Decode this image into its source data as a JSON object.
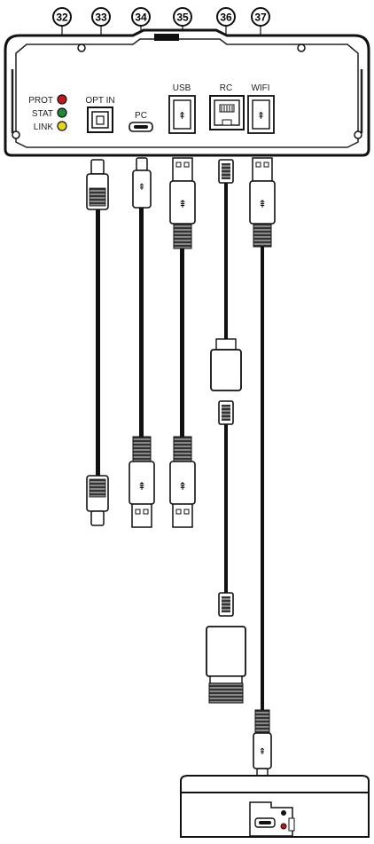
{
  "callouts": [
    {
      "number": "32"
    },
    {
      "number": "33"
    },
    {
      "number": "34"
    },
    {
      "number": "35"
    },
    {
      "number": "36"
    },
    {
      "number": "37"
    }
  ],
  "panel_labels": {
    "prot": "PROT",
    "stat": "STAT",
    "link": "LINK",
    "opt_in": "OPT IN",
    "pc": "PC",
    "usb": "USB",
    "rc": "RC",
    "wifi": "WIFI"
  },
  "led_colors": {
    "prot": "#c0181c",
    "stat": "#1f8a3a",
    "link": "#e3d51a"
  }
}
